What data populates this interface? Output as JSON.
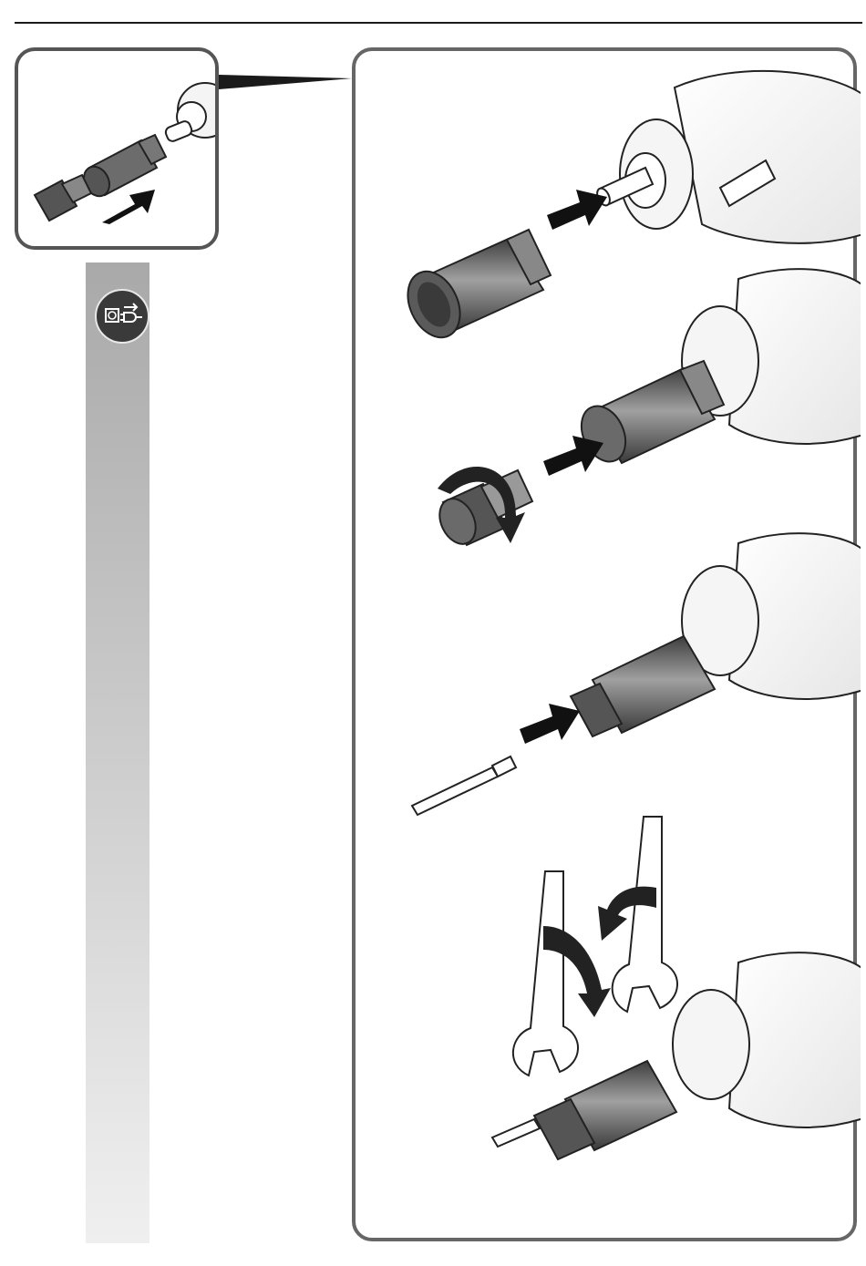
{
  "icons": {
    "unplug": "unplug-before-servicing-icon",
    "arrow": "push-arrow-icon",
    "rotate": "rotate-arrow-icon"
  },
  "steps": [
    {
      "id": "step-1",
      "action": "slide-sleeve-onto-spindle"
    },
    {
      "id": "step-2",
      "action": "screw-in-collet-nut"
    },
    {
      "id": "step-3",
      "action": "insert-bit"
    },
    {
      "id": "step-4",
      "action": "tighten-with-two-wrenches"
    }
  ],
  "colors": {
    "frame": "#666666",
    "arrow": "#1a1a1a",
    "part_dark": "#4a4a4a",
    "part_mid": "#8a8a8a",
    "sidebar_top": "#a9a9a9",
    "sidebar_bottom": "#efefef"
  }
}
